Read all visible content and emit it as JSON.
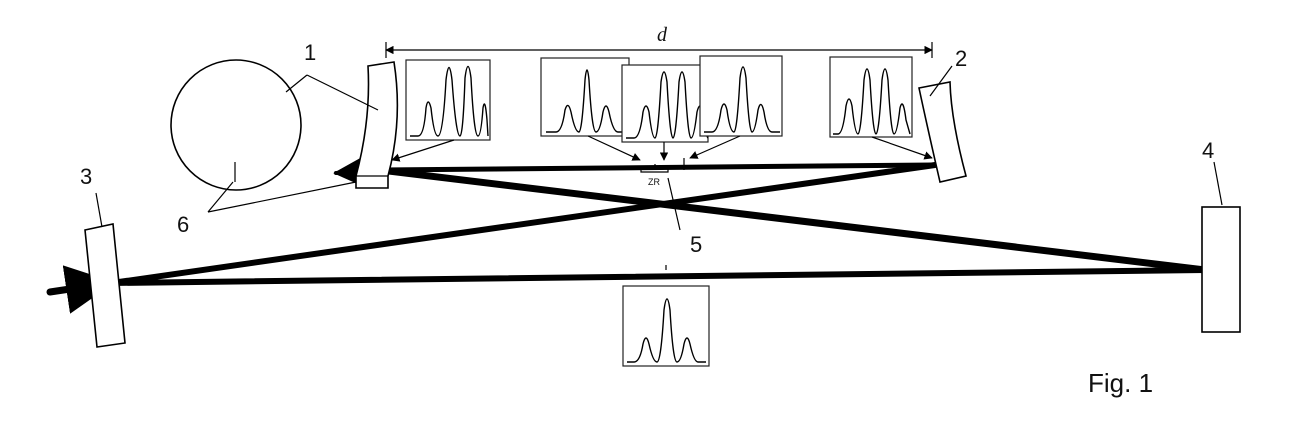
{
  "figure": {
    "caption": "Fig. 1",
    "distance_label": "d",
    "rayleigh_label": "ZR",
    "component_labels": [
      "1",
      "2",
      "3",
      "4",
      "5",
      "6"
    ]
  }
}
